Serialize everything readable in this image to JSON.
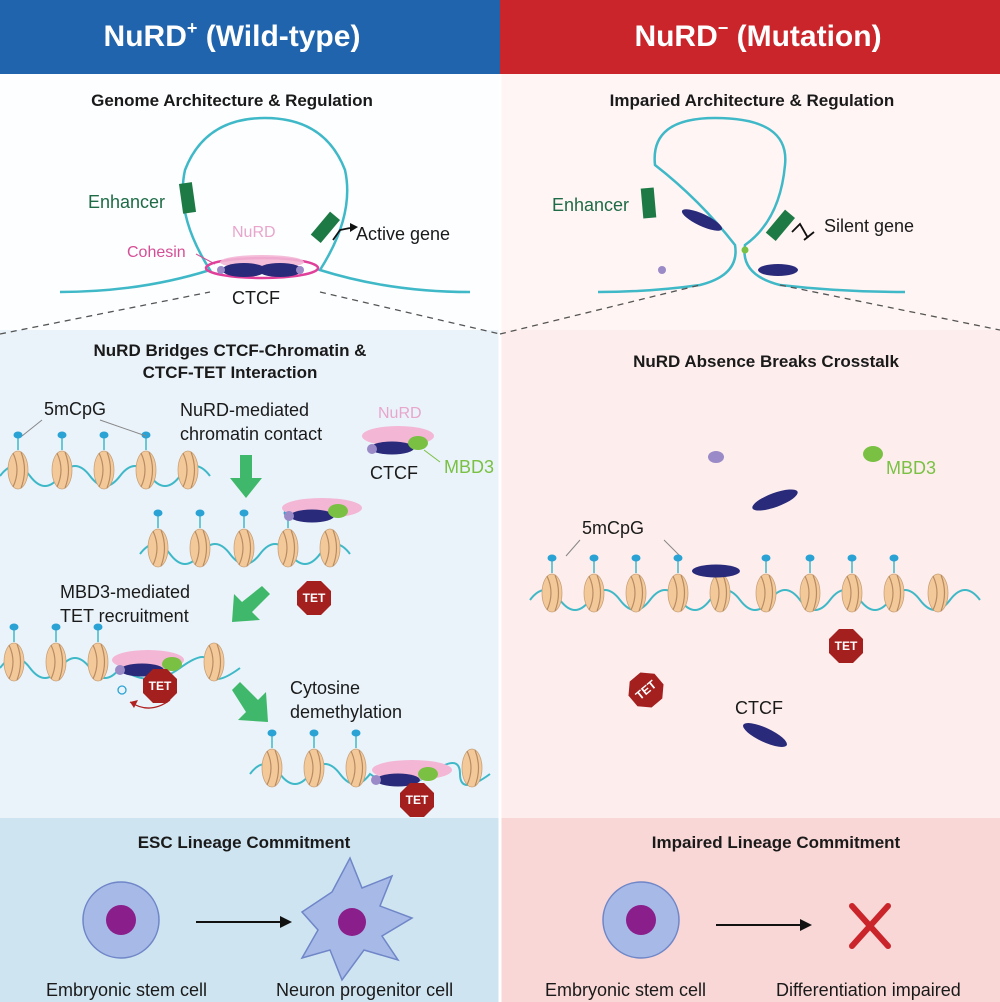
{
  "header": {
    "left_prefix": "NuRD",
    "left_sup": "+",
    "left_suffix": " (Wild-type)",
    "right_prefix": "NuRD",
    "right_sup": "−",
    "right_suffix": " (Mutation)"
  },
  "colors": {
    "left_header": "#1f64ad",
    "right_header": "#c9252b",
    "left_bg": "#eaf3fa",
    "right_bg": "#fdeeed",
    "left_bottom": "#cfe4f1",
    "right_bottom": "#f9d7d6",
    "dna": "#3fb8c7",
    "ctcf": "#2a2a7a",
    "nurd": "#f3b6d5",
    "mbd3": "#7ac143",
    "tet": "#a3201f",
    "enhancer": "#1e7a45",
    "nucleosome": "#f4c99a",
    "cell_outer": "#a7b9e6",
    "cell_inner": "#8a1e8a",
    "cross": "#c9252b"
  },
  "left": {
    "top_title": "Genome Architecture & Regulation",
    "enhancer": "Enhancer",
    "nurd": "NuRD",
    "cohesin": "Cohesin",
    "active_gene": "Active gene",
    "ctcf": "CTCF",
    "mid_title_1": "NuRD Bridges CTCF-Chromatin &",
    "mid_title_2": "CTCF-TET Interaction",
    "mcpg": "5mCpG",
    "step1_1": "NuRD-mediated",
    "step1_2": "chromatin contact",
    "legend_nurd": "NuRD",
    "legend_ctcf": "CTCF",
    "legend_mbd3": "MBD3",
    "step2_1": "MBD3-mediated",
    "step2_2": "TET recruitment",
    "step3_1": "Cytosine",
    "step3_2": "demethylation",
    "tet": "TET",
    "bottom_title": "ESC Lineage Commitment",
    "cell1": "Embryonic stem cell",
    "cell2": "Neuron progenitor cell"
  },
  "right": {
    "top_title": "Imparied Architecture & Regulation",
    "enhancer": "Enhancer",
    "silent_gene": "Silent gene",
    "mid_title": "NuRD Absence Breaks Crosstalk",
    "mbd3": "MBD3",
    "mcpg": "5mCpG",
    "tet": "TET",
    "ctcf": "CTCF",
    "bottom_title": "Impaired Lineage Commitment",
    "cell1": "Embryonic stem cell",
    "cell2": "Differentiation impaired"
  }
}
